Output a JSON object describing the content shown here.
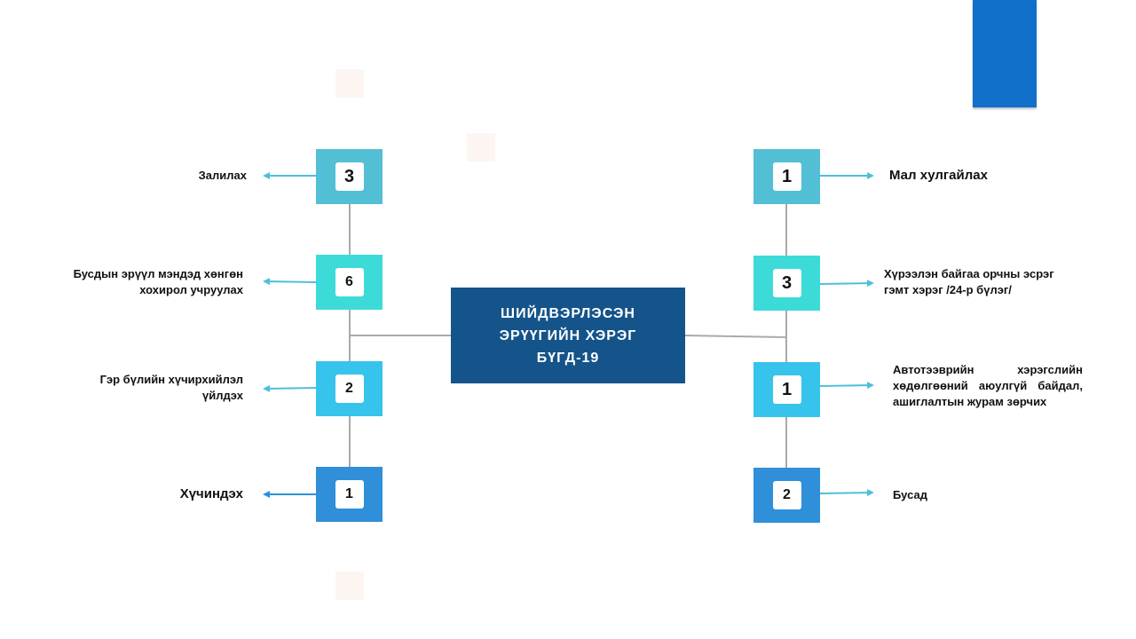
{
  "title": "ШИЙДВЭРЛЭСЭН\nЭРҮҮГИЙН ХЭРЭГ\nБҮГД-19",
  "colors": {
    "accent_bar": "#1170c9",
    "center_box": "#14548a",
    "connector": "#aaaaaa",
    "arrow": "#4fbfd8"
  },
  "left_items": [
    {
      "count": "3",
      "label": "Залилах",
      "color": "#52bfd4"
    },
    {
      "count": "6",
      "label": "Бусдын эрүүл мэндэд хөнгөн хохирол учруулах",
      "color": "#3ddbd8"
    },
    {
      "count": "2",
      "label": "Гэр бүлийн хүчирхийлэл үйлдэх",
      "color": "#37c4ec"
    },
    {
      "count": "1",
      "label": "Хүчиндэх",
      "color": "#2f8fd8"
    }
  ],
  "right_items": [
    {
      "count": "1",
      "label": "Мал хулгайлах",
      "color": "#52bfd4"
    },
    {
      "count": "3",
      "label": "Хүрээлэн байгаа орчны эсрэг гэмт хэрэг /24-р бүлэг/",
      "color": "#3ddbd8"
    },
    {
      "count": "1",
      "label": "Автотээврийн хэрэгслийн хөдөлгөөний аюулгүй байдал, ашиглалтын журам зөрчих",
      "color": "#37c4ec"
    },
    {
      "count": "2",
      "label": "Бусад",
      "color": "#2f8fd8"
    }
  ]
}
